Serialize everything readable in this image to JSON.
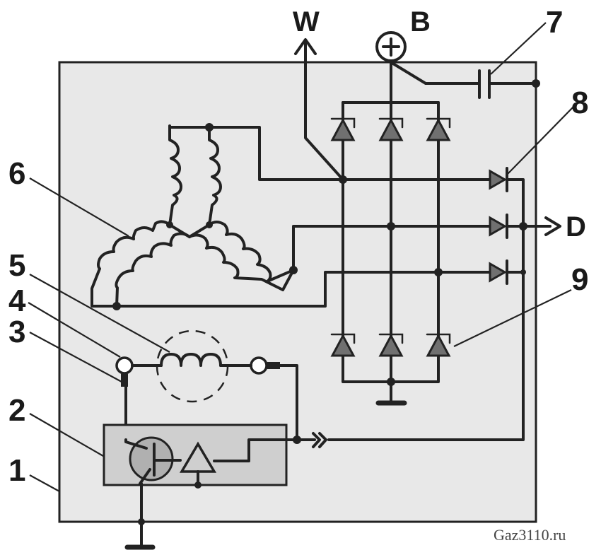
{
  "diagram": {
    "type": "automotive alternator wiring schematic",
    "terminals": {
      "W": "W",
      "B": "B",
      "B_symbol": "+",
      "D": "D"
    },
    "callouts": [
      {
        "id": "1",
        "label": "1",
        "refers_to": "alternator housing"
      },
      {
        "id": "2",
        "label": "2",
        "refers_to": "voltage regulator"
      },
      {
        "id": "3",
        "label": "3",
        "refers_to": "brush"
      },
      {
        "id": "4",
        "label": "4",
        "refers_to": "slip ring"
      },
      {
        "id": "5",
        "label": "5",
        "refers_to": "rotor field winding"
      },
      {
        "id": "6",
        "label": "6",
        "refers_to": "stator winding"
      },
      {
        "id": "7",
        "label": "7",
        "refers_to": "capacitor"
      },
      {
        "id": "8",
        "label": "8",
        "refers_to": "excitation diode"
      },
      {
        "id": "9",
        "label": "9",
        "refers_to": "power rectifier diode"
      }
    ],
    "components": {
      "positive_diodes": 3,
      "negative_diodes": 3,
      "auxiliary_diodes": 3
    },
    "colors": {
      "housing_fill": "#e8e8e8",
      "regulator_fill": "#cfcfcf",
      "diode_fill": "#707070",
      "line": "#222222"
    },
    "watermark": "Gaz3110.ru"
  }
}
